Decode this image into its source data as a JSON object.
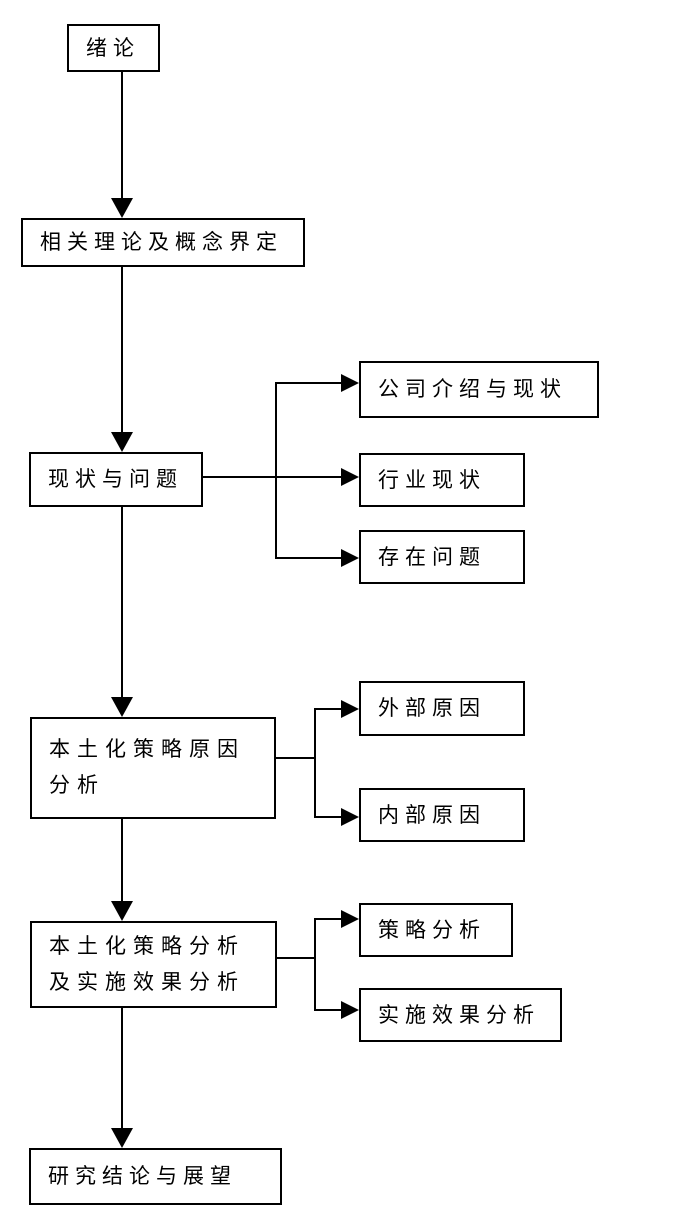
{
  "diagram": {
    "type": "flowchart",
    "colors": {
      "background": "#ffffff",
      "line": "#000000",
      "text": "#000000",
      "node_fill": "#ffffff"
    },
    "nodes": {
      "intro": {
        "label": "绪论"
      },
      "theory": {
        "label": "相关理论及概念界定"
      },
      "status": {
        "label": "现状与问题"
      },
      "reason": {
        "label": "本土化策略原因\n分析"
      },
      "strategy": {
        "label": "本土化策略分析\n及实施效果分析"
      },
      "conclusion": {
        "label": "研究结论与展望"
      },
      "company_status": {
        "label": "公司介绍与现状"
      },
      "industry_status": {
        "label": "行业现状"
      },
      "problems": {
        "label": "存在问题"
      },
      "external_reason": {
        "label": "外部原因"
      },
      "internal_reason": {
        "label": "内部原因"
      },
      "strategy_analysis": {
        "label": "策略分析"
      },
      "effect_analysis": {
        "label": "实施效果分析"
      }
    },
    "main_flow": [
      "intro",
      "theory",
      "status",
      "reason",
      "strategy",
      "conclusion"
    ],
    "branches": [
      {
        "from": "status",
        "to": [
          "company_status",
          "industry_status",
          "problems"
        ]
      },
      {
        "from": "reason",
        "to": [
          "external_reason",
          "internal_reason"
        ]
      },
      {
        "from": "strategy",
        "to": [
          "strategy_analysis",
          "effect_analysis"
        ]
      }
    ]
  }
}
